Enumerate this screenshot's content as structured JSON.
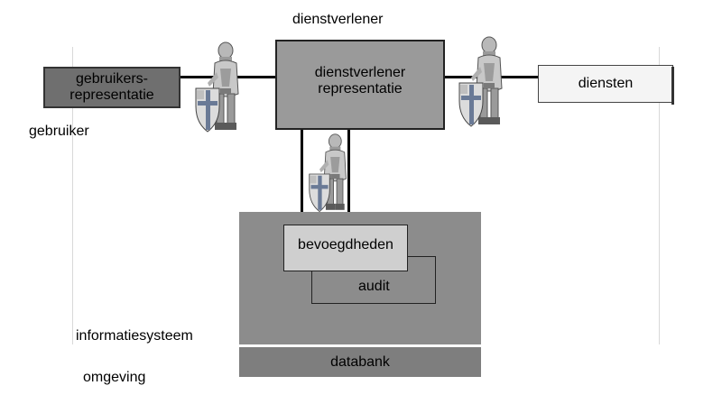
{
  "labels": {
    "provider_title": "dienstverlener",
    "user": "gebruiker",
    "information_system": "informatiesysteem",
    "environment": "omgeving"
  },
  "boxes": {
    "user_representation": "gebruikers-\nrepresentatie",
    "provider_representation": "dienstverlener\nrepresentatie",
    "services": "diensten",
    "authorizations": "bevoegdheden",
    "audit": "audit",
    "database": "databank"
  },
  "icons": {
    "guard": "knight-with-shield-icon"
  },
  "colors": {
    "user_box": "#6f6f6f",
    "provider_box": "#9a9a9a",
    "services_box": "#f4f4f4",
    "info_system": "#8c8c8c",
    "authorizations_box": "#cfcfcf",
    "database": "#7e7e7e"
  }
}
